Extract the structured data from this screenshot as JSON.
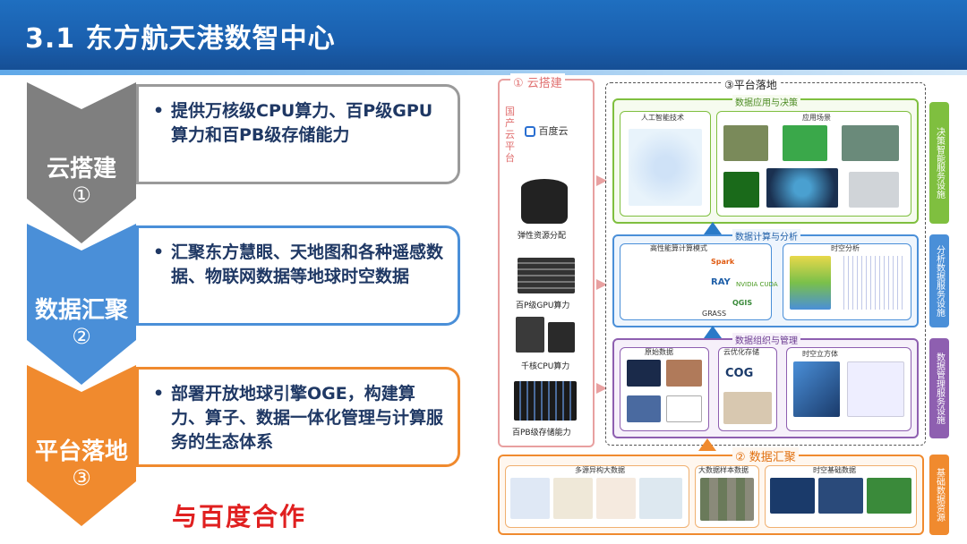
{
  "header": {
    "title": "3.1 东方航天港数智中心"
  },
  "steps": [
    {
      "label": "云搭建",
      "num": "①",
      "color": "#7f7f7f",
      "bullets": [
        "提供万核级CPU算力、百P级GPU算力和百PB级存储能力"
      ]
    },
    {
      "label": "数据汇聚",
      "num": "②",
      "color": "#4a8fd8",
      "bullets": [
        "汇聚东方慧眼、天地图和各种遥感数据、物联网数据等地球时空数据"
      ]
    },
    {
      "label": "平台落地",
      "num": "③",
      "color": "#f08a2e",
      "bullets": [
        "部署开放地球引擎OGE，构建算力、算子、数据一体化管理与计算服务的生态体系"
      ]
    }
  ],
  "cooperation": "与百度合作",
  "diagram": {
    "cloud_title": "① 云搭建",
    "platform_title": "③平台落地",
    "data_title": "② 数据汇聚",
    "cloud_vendor_label": "国产云平台",
    "cloud_vendor": "百度云",
    "resources": [
      "弹性资源分配",
      "百P级GPU算力",
      "千核CPU算力",
      "百PB级存储能力"
    ],
    "layers": [
      {
        "title": "数据应用与决策",
        "left": "人工智能技术",
        "right": "应用场景"
      },
      {
        "title": "数据计算与分析",
        "left": "高性能算计算模式",
        "right": "时空分析"
      },
      {
        "title": "数据组织与管理",
        "left": "原始数据",
        "mid": "云优化存储",
        "right": "时空立方体"
      }
    ],
    "compute_items": [
      "Spark",
      "RAY",
      "NVIDIA CUDA",
      "QGIS",
      "GRASS"
    ],
    "cog": "COG",
    "bottom_groups": [
      "多源异构大数据",
      "大数据样本数据",
      "时空基础数据"
    ],
    "side_labels": [
      "决策智能服务设施",
      "分析数据服务设施",
      "数据管理服务设施",
      "基础数据资源"
    ],
    "colors": {
      "cloud": "#e8a0a0",
      "platform": "#555555",
      "app": "#7fbf3f",
      "compute": "#4a8fd8",
      "manage": "#8e5fb0",
      "data": "#f08a2e"
    }
  }
}
